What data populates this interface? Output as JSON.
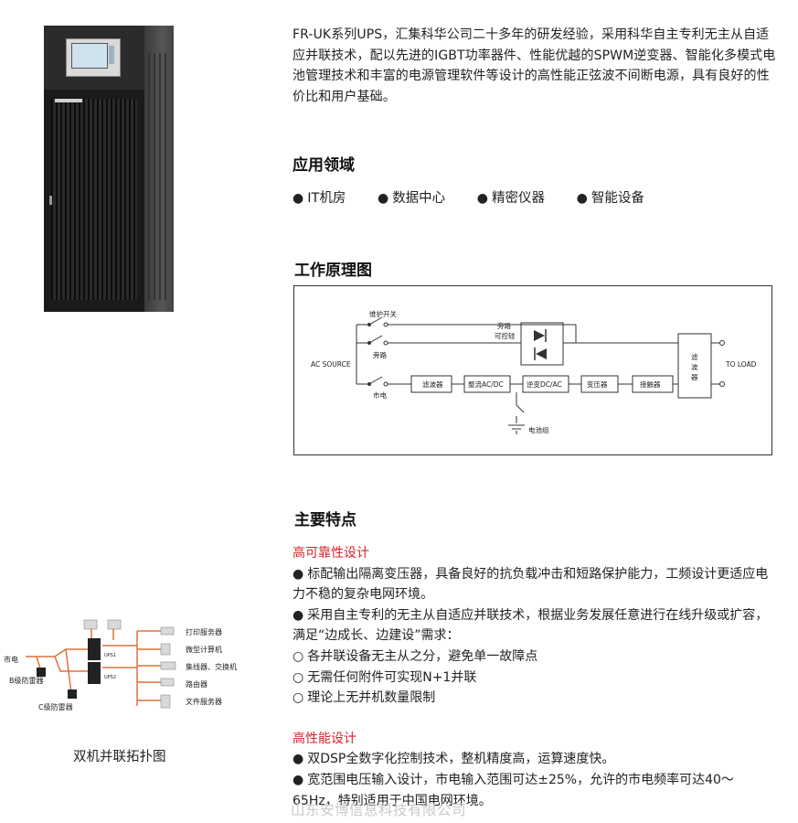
{
  "intro": "FR-UK系列UPS，汇集科华公司二十多年的研发经验，采用科华自主专利无主从自适应并联技术，配以先进的IGBT功率器件、性能优越的SPWM逆变器、智能化多模式电池管理技术和丰富的电源管理软件等设计的高性能正弦波不间断电源，具有良好的性价比和用户基础。",
  "sections": {
    "apps_title": "应用领域",
    "diagram_title": "工作原理图",
    "features_title": "主要特点"
  },
  "apps": [
    "IT机房",
    "数据中心",
    "精密仪器",
    "智能设备"
  ],
  "bullet_filled": "●",
  "bullet_hollow": "○",
  "diagram": {
    "maint_switch": "维护开关",
    "bypass_scr_1": "旁路",
    "bypass_scr_2": "可控硅",
    "ac_source": "AC SOURCE",
    "bypass": "旁路",
    "mains": "市电",
    "filter": "滤波器",
    "rectifier": "整流AC/DC",
    "inverter": "逆变DC/AC",
    "transformer": "变压器",
    "contactor": "接触器",
    "out_filter_1": "滤",
    "out_filter_2": "波",
    "out_filter_3": "器",
    "to_load": "TO LOAD",
    "battery": "电池组"
  },
  "features": {
    "reliability_title": "高可靠性设计",
    "reliability_items": [
      "标配输出隔离变压器，具备良好的抗负载冲击和短路保护能力，工频设计更适应电力不稳的复杂电网环境。",
      "采用自主专利的无主从自适应并联技术，根据业务发展任意进行在线升级或扩容，满足“边成长、边建设”需求："
    ],
    "reliability_sub": [
      "各并联设备无主从之分，避免单一故障点",
      "无需任何附件可实现N+1并联",
      "理论上无并机数量限制"
    ],
    "performance_title": "高性能设计",
    "performance_items": [
      "双DSP全数字化控制技术，整机精度高，运算速度快。",
      "宽范围电压输入设计，市电输入范围可达±25%，允许的市电频率可达40～65Hz，特别适用于中国电网环境。"
    ]
  },
  "watermark": "山东安博信息科技有限公司",
  "topology": {
    "mains": "市电",
    "b_arrester": "B级防雷器",
    "c_arrester": "C级防雷器",
    "ups1": "UPS1",
    "ups2": "UPS2",
    "print_server": "打印服务器",
    "microcomputer": "微型计算机",
    "hub_switch": "集线器、交换机",
    "router": "路由器",
    "file_server": "文件服务器",
    "caption": "双机并联拓扑图"
  },
  "colors": {
    "accent_red": "#d6232a",
    "topology_line": "#e0703a",
    "watermark": "#c9c9c9"
  }
}
